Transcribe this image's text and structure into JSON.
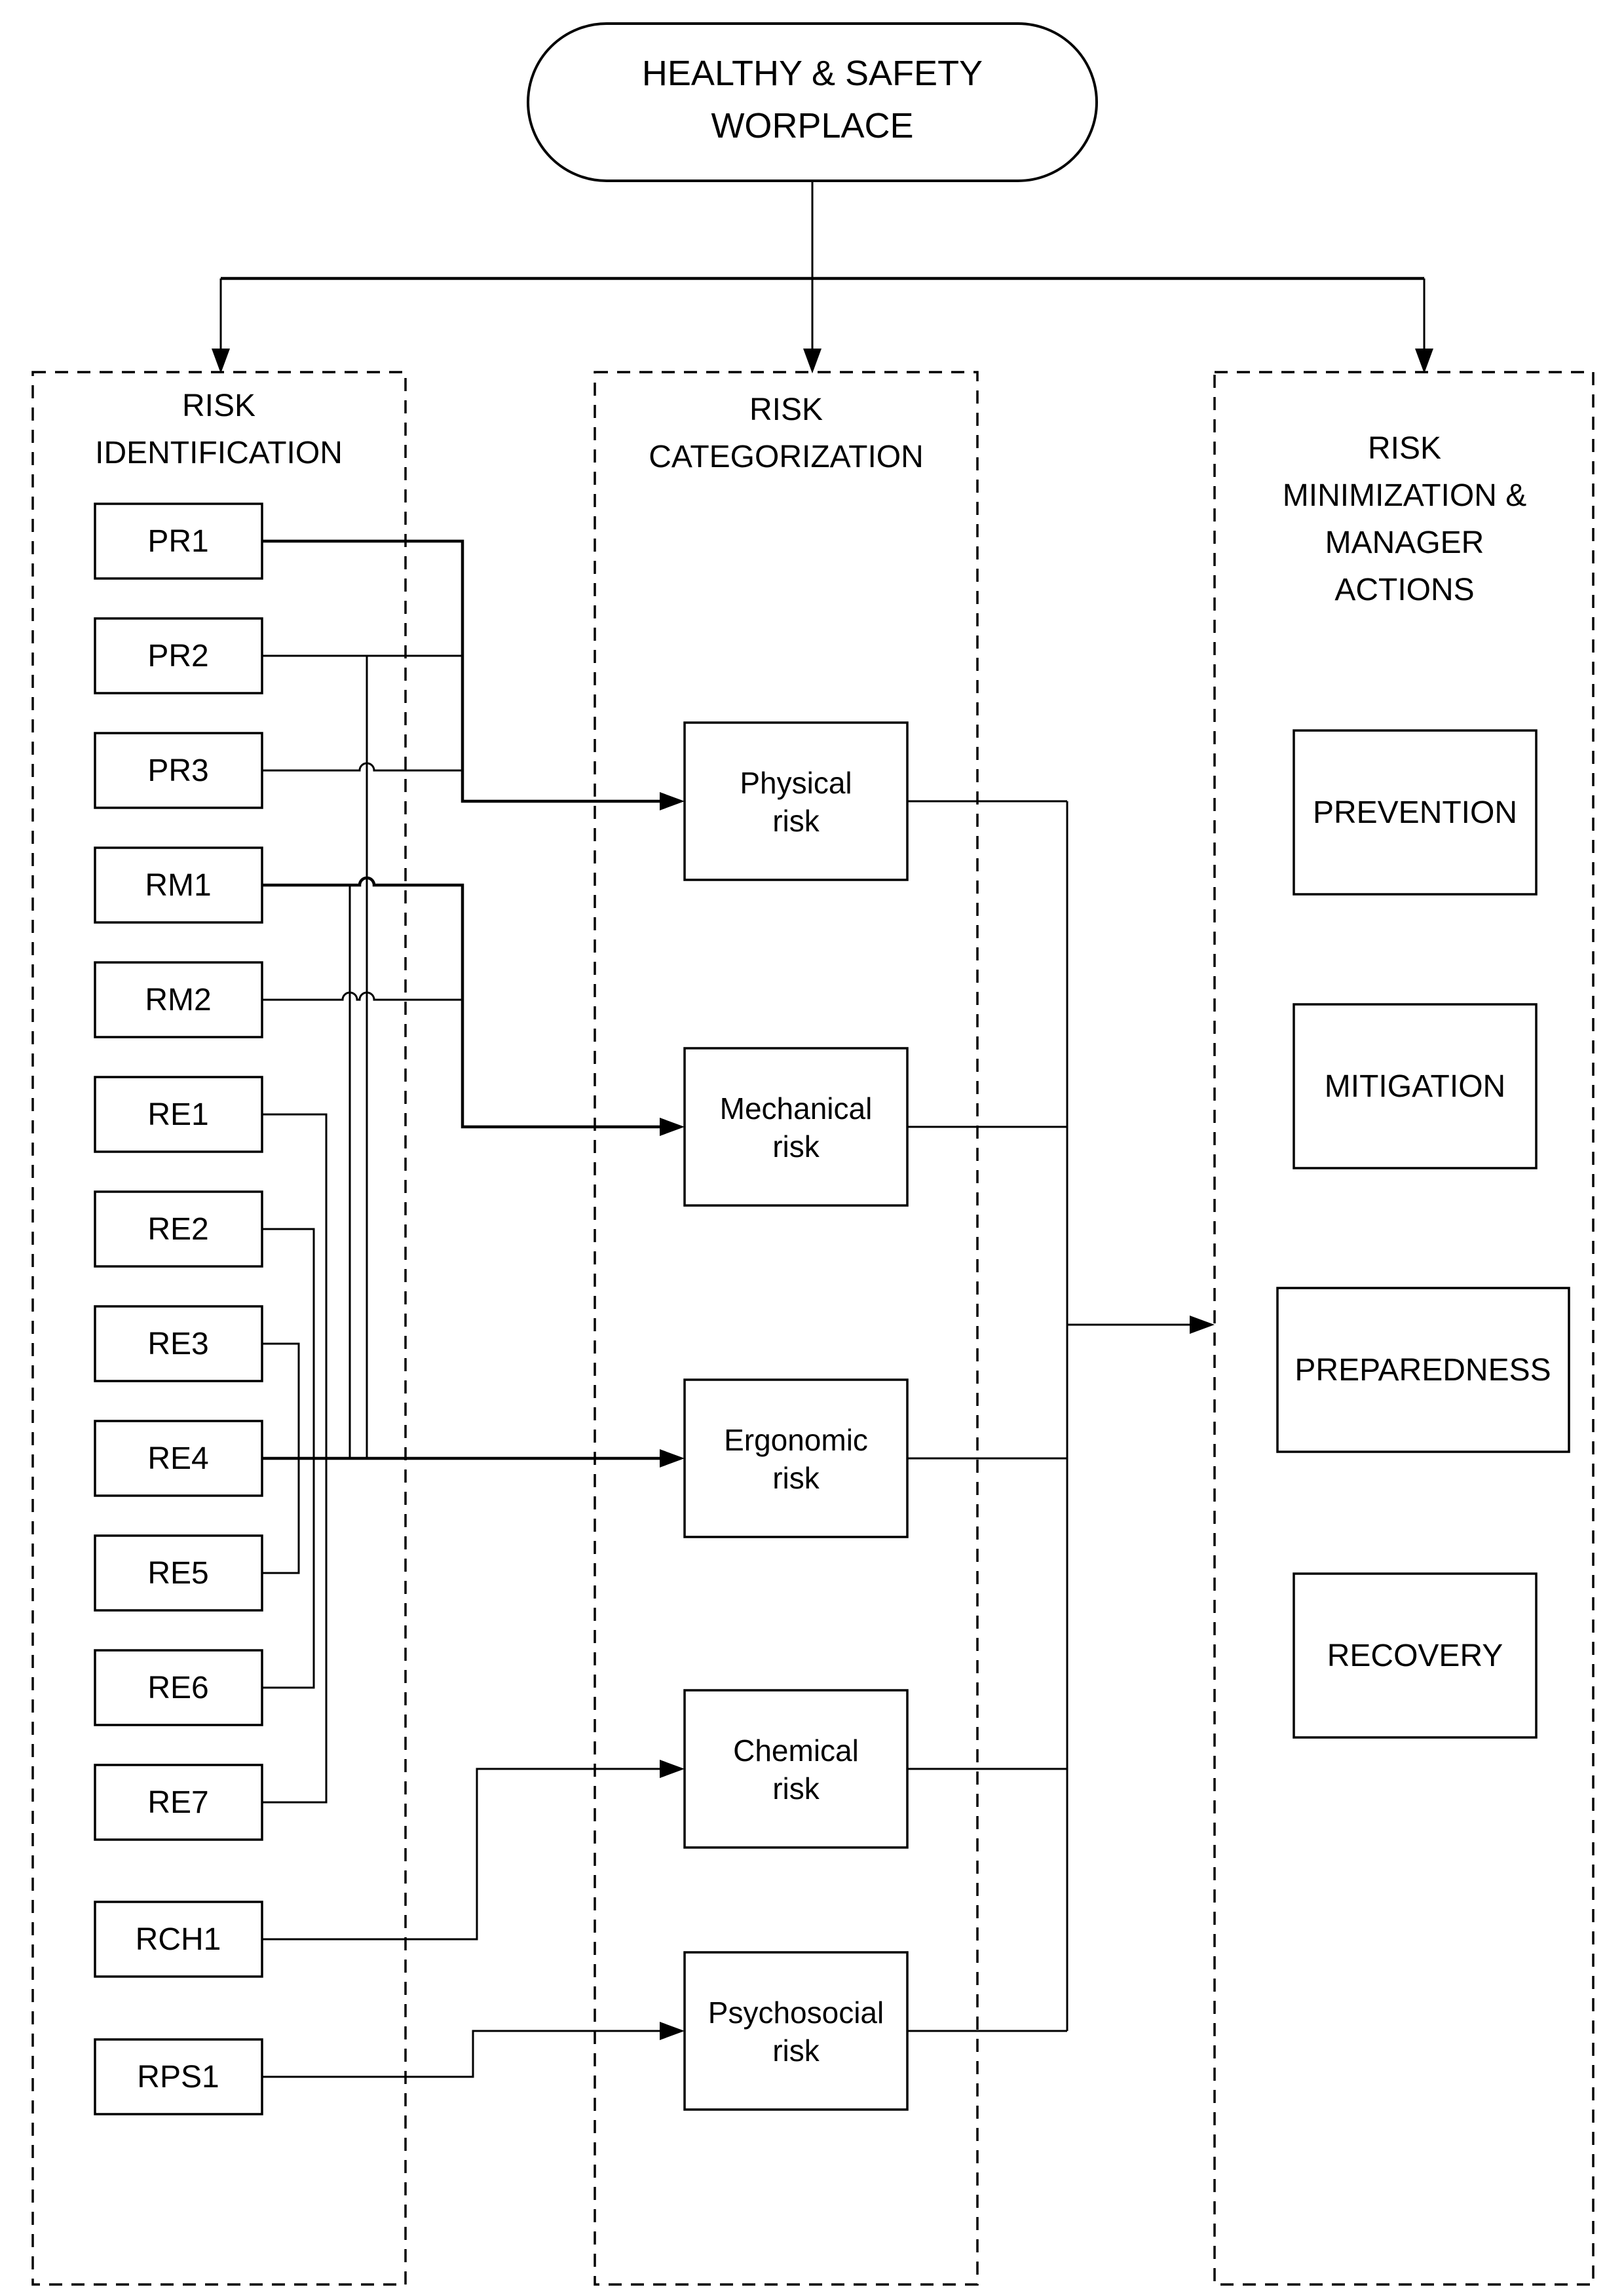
{
  "diagram_type": "flowchart",
  "colors": {
    "ink": "#000000",
    "background": "#ffffff"
  },
  "root_node": {
    "line1": "HEALTHY & SAFETY",
    "line2": "WORPLACE"
  },
  "columns": [
    {
      "title_lines": [
        "RISK",
        "IDENTIFICATION"
      ],
      "boxes": [
        "PR1",
        "PR2",
        "PR3",
        "RM1",
        "RM2",
        "RE1",
        "RE2",
        "RE3",
        "RE4",
        "RE5",
        "RE6",
        "RE7",
        "RCH1",
        "RPS1"
      ]
    },
    {
      "title_lines": [
        "RISK",
        "CATEGORIZATION"
      ],
      "boxes": [
        {
          "line1": "Physical",
          "line2": "risk"
        },
        {
          "line1": "Mechanical",
          "line2": "risk"
        },
        {
          "line1": "Ergonomic",
          "line2": "risk"
        },
        {
          "line1": "Chemical",
          "line2": "risk"
        },
        {
          "line1": "Psychosocial",
          "line2": "risk"
        }
      ]
    },
    {
      "title_lines": [
        "RISK",
        "MINIMIZATION &",
        "MANAGER",
        "ACTIONS"
      ],
      "boxes": [
        "PREVENTION",
        "MITIGATION",
        "PREPAREDNESS",
        "RECOVERY"
      ]
    }
  ],
  "connections": [
    {
      "from": "HEALTHY & SAFETY WORPLACE",
      "to": "RISK IDENTIFICATION"
    },
    {
      "from": "HEALTHY & SAFETY WORPLACE",
      "to": "RISK CATEGORIZATION"
    },
    {
      "from": "HEALTHY & SAFETY WORPLACE",
      "to": "RISK MINIMIZATION & MANAGER ACTIONS"
    },
    {
      "from": "PR1",
      "to": "Physical risk"
    },
    {
      "from": "PR2",
      "to": "Physical risk"
    },
    {
      "from": "PR3",
      "to": "Physical risk"
    },
    {
      "from": "RM1",
      "to": "Mechanical risk"
    },
    {
      "from": "RM2",
      "to": "Mechanical risk"
    },
    {
      "from": "RE1",
      "to": "Ergonomic risk"
    },
    {
      "from": "RE2",
      "to": "Ergonomic risk"
    },
    {
      "from": "RE3",
      "to": "Ergonomic risk"
    },
    {
      "from": "RE4",
      "to": "Ergonomic risk"
    },
    {
      "from": "RE5",
      "to": "Ergonomic risk"
    },
    {
      "from": "RE6",
      "to": "Ergonomic risk"
    },
    {
      "from": "RE7",
      "to": "Ergonomic risk"
    },
    {
      "from": "RCH1",
      "to": "Chemical risk"
    },
    {
      "from": "RPS1",
      "to": "Psychosocial risk"
    },
    {
      "from": "Physical risk",
      "to": "RISK MINIMIZATION & MANAGER ACTIONS"
    },
    {
      "from": "Mechanical risk",
      "to": "RISK MINIMIZATION & MANAGER ACTIONS"
    },
    {
      "from": "Ergonomic risk",
      "to": "RISK MINIMIZATION & MANAGER ACTIONS"
    },
    {
      "from": "Chemical risk",
      "to": "RISK MINIMIZATION & MANAGER ACTIONS"
    },
    {
      "from": "Psychosocial risk",
      "to": "RISK MINIMIZATION & MANAGER ACTIONS"
    }
  ]
}
